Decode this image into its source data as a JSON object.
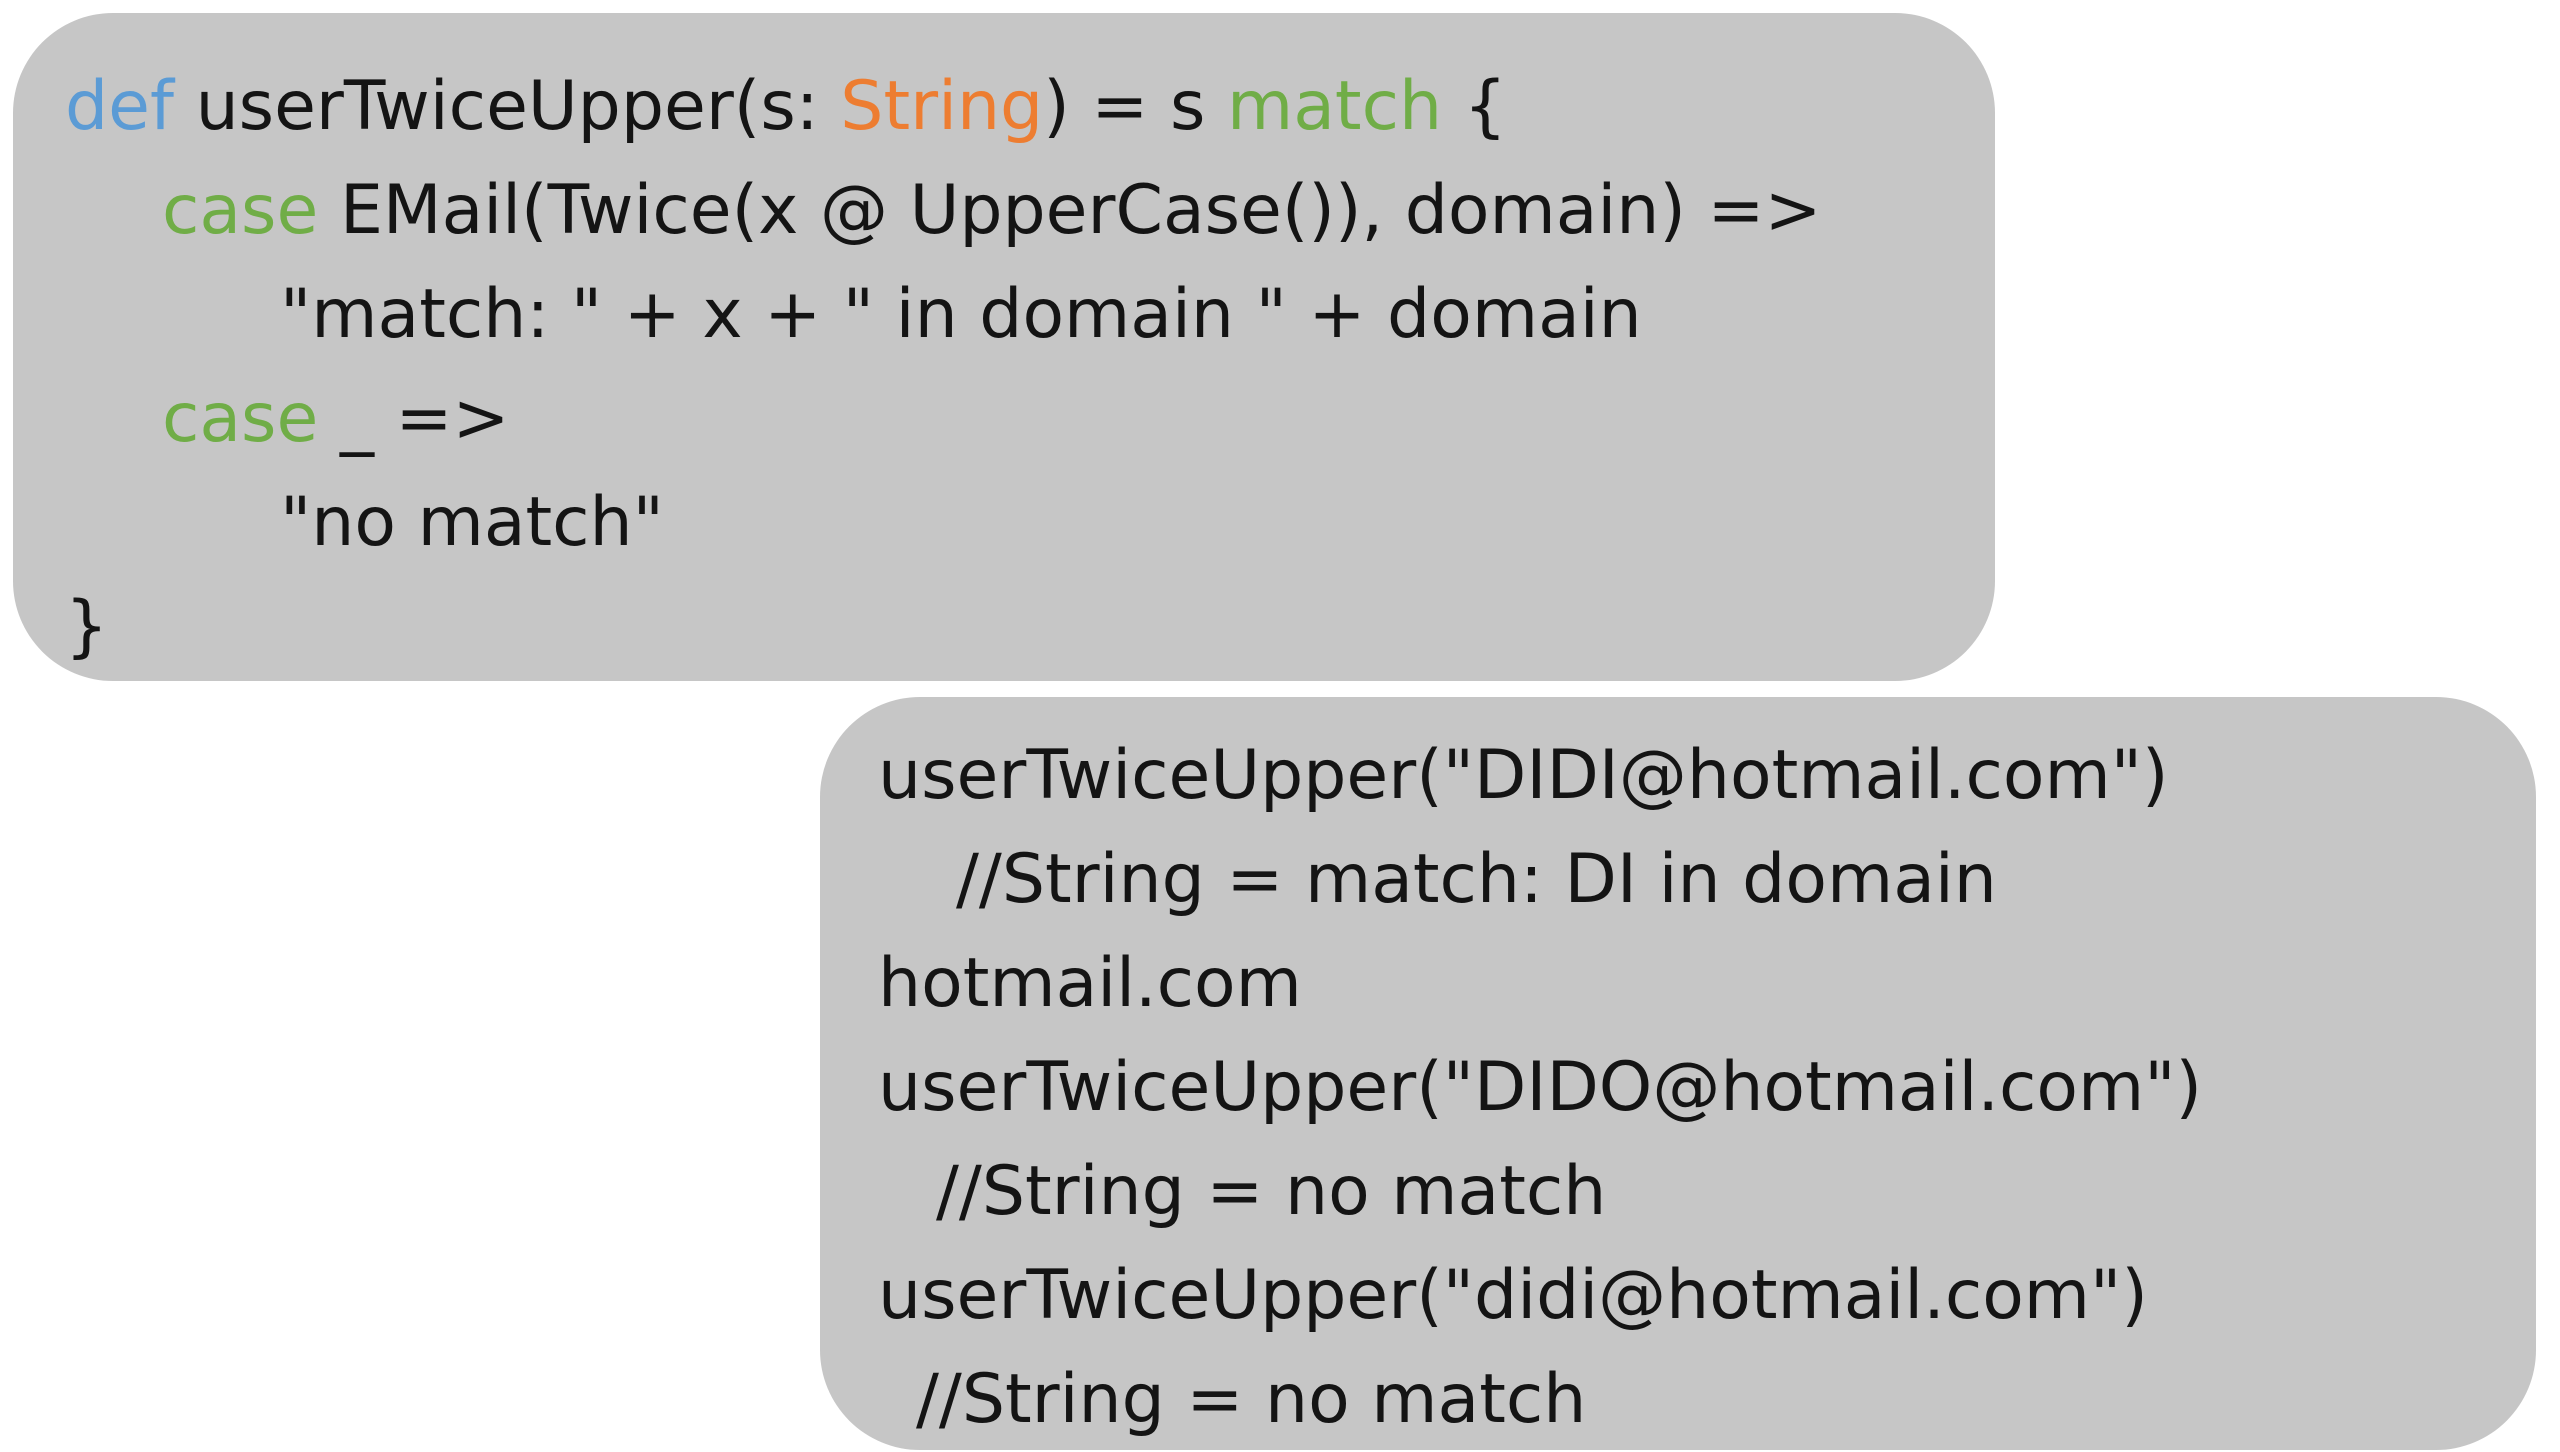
{
  "code_panel": {
    "line1": {
      "def": "def",
      "name": " userTwiceUpper(s: ",
      "type": "String",
      "rest": ") = s ",
      "match": "match",
      "brace": " {"
    },
    "line2": {
      "case": "case",
      "rest": " EMail(Twice(x @ UpperCase()), domain) =>"
    },
    "line3": "\"match: \" + x + \" in domain \" + domain",
    "line4": {
      "case": "case",
      "rest": " _ =>"
    },
    "line5": "\"no match\"",
    "line6": "}"
  },
  "output_panel": {
    "lines": [
      "userTwiceUpper(\"DIDI@hotmail.com\")",
      "//String = match: DI in domain",
      "hotmail.com",
      "userTwiceUpper(\"DIDO@hotmail.com\")",
      "//String = no match",
      "userTwiceUpper(\"didi@hotmail.com\")",
      "//String = no match"
    ]
  },
  "colors": {
    "panel_background": "#c6c6c6",
    "keyword_def": "#5b9bd5",
    "keyword_type": "#ed7d31",
    "keyword_match_case": "#70ad47",
    "text": "#141414"
  }
}
